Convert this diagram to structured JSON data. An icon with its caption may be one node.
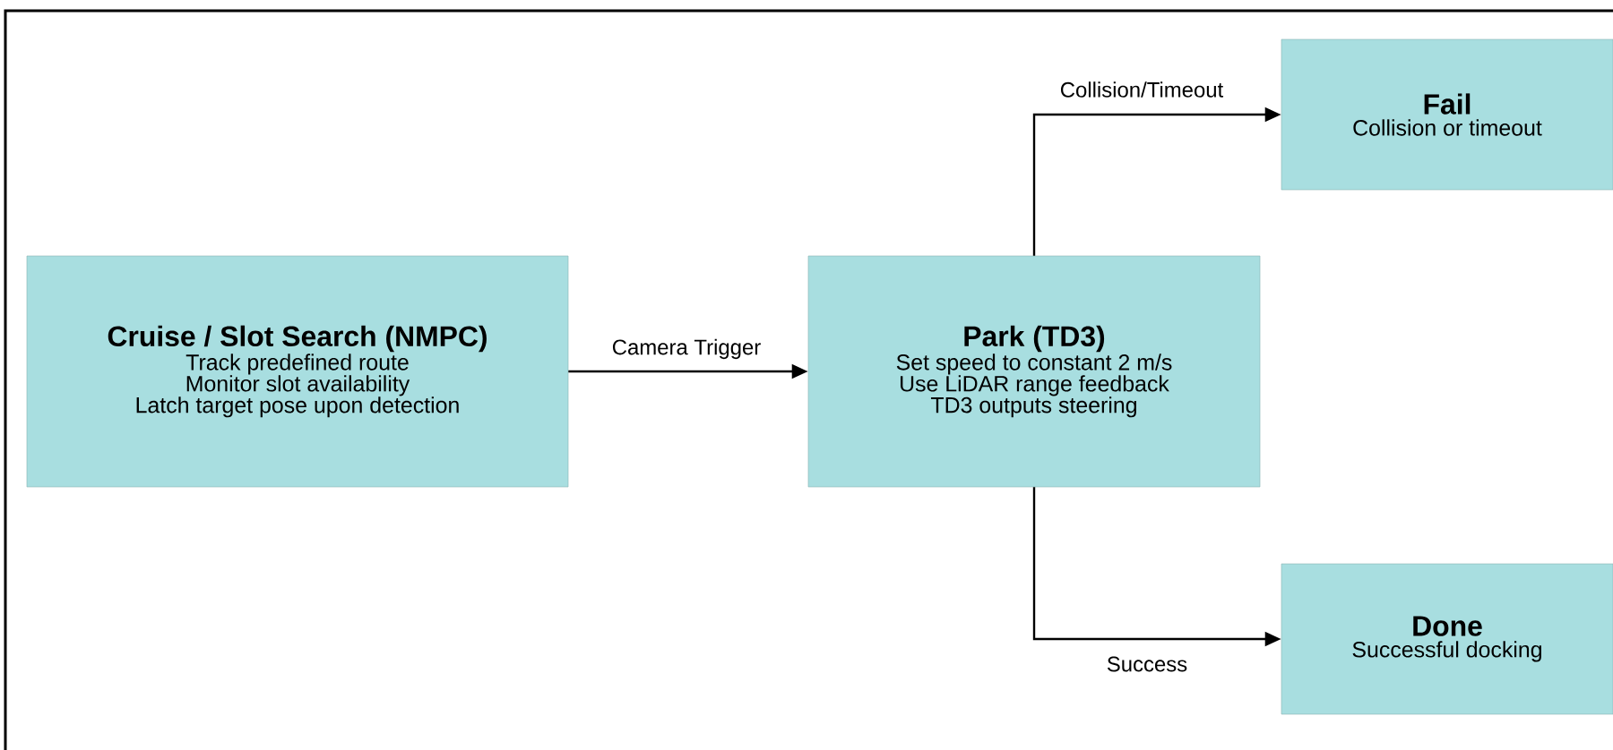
{
  "diagram": {
    "nodes": [
      {
        "text": [
          "Cruise / Slot Search (NMPC)",
          "Track predefined route",
          "Monitor slot availability",
          "Latch target pose upon detection"
        ]
      },
      {
        "text": [
          "Park (TD3)",
          "Set speed to constant 2 m/s",
          "Use LiDAR range feedback",
          "TD3 outputs steering"
        ]
      },
      {
        "text": [
          "Fail",
          "Collision or timeout"
        ]
      },
      {
        "text": [
          "Done",
          "Successful docking"
        ]
      }
    ],
    "edges": [
      {
        "from": 0,
        "to": 1,
        "arrow": "to",
        "label": "Camera Trigger"
      },
      {
        "from": 1,
        "to": 2,
        "arrow": "to",
        "label": "Collision/Timeout"
      },
      {
        "from": 1,
        "to": 3,
        "arrow": "to",
        "label": "Success"
      }
    ]
  }
}
